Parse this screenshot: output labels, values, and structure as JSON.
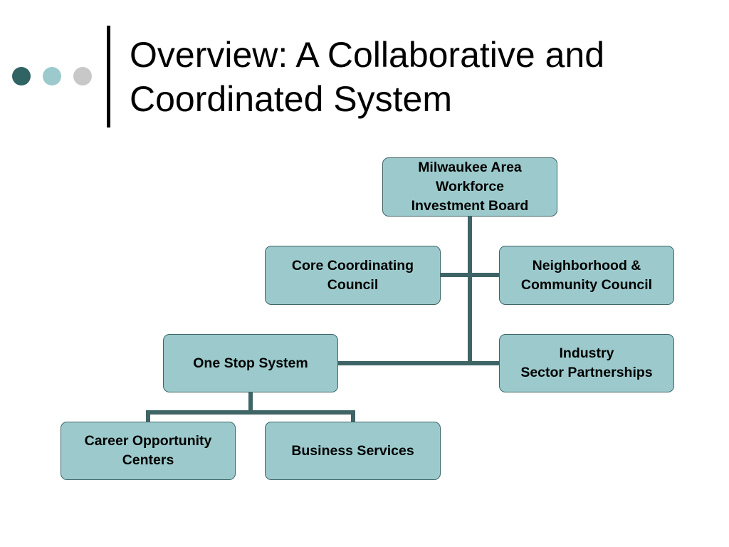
{
  "slide": {
    "title_lines": [
      "Overview:  A Collaborative and",
      "Coordinated System"
    ],
    "bullet_dot_colors": [
      "#2f6364",
      "#9ccacc",
      "#c8c8c8"
    ]
  },
  "colors": {
    "node_fill": "#9ccacc",
    "node_border": "#3f6466",
    "connector": "#3f6466"
  },
  "org_chart": {
    "nodes": [
      {
        "id": "mawib",
        "lines": [
          "Milwaukee Area",
          "Workforce",
          "Investment Board"
        ]
      },
      {
        "id": "core",
        "lines": [
          "Core Coordinating",
          "Council"
        ]
      },
      {
        "id": "neighborhood",
        "lines": [
          "Neighborhood &",
          "Community Council"
        ]
      },
      {
        "id": "onestop",
        "lines": [
          "One Stop System"
        ]
      },
      {
        "id": "industry",
        "lines": [
          "Industry",
          "Sector Partnerships"
        ]
      },
      {
        "id": "career",
        "lines": [
          "Career Opportunity",
          "Centers"
        ]
      },
      {
        "id": "business",
        "lines": [
          "Business Services"
        ]
      }
    ],
    "edges": [
      {
        "from": "mawib",
        "to": "core"
      },
      {
        "from": "mawib",
        "to": "neighborhood"
      },
      {
        "from": "mawib",
        "to": "onestop"
      },
      {
        "from": "mawib",
        "to": "industry"
      },
      {
        "from": "onestop",
        "to": "career"
      },
      {
        "from": "onestop",
        "to": "business"
      }
    ]
  }
}
